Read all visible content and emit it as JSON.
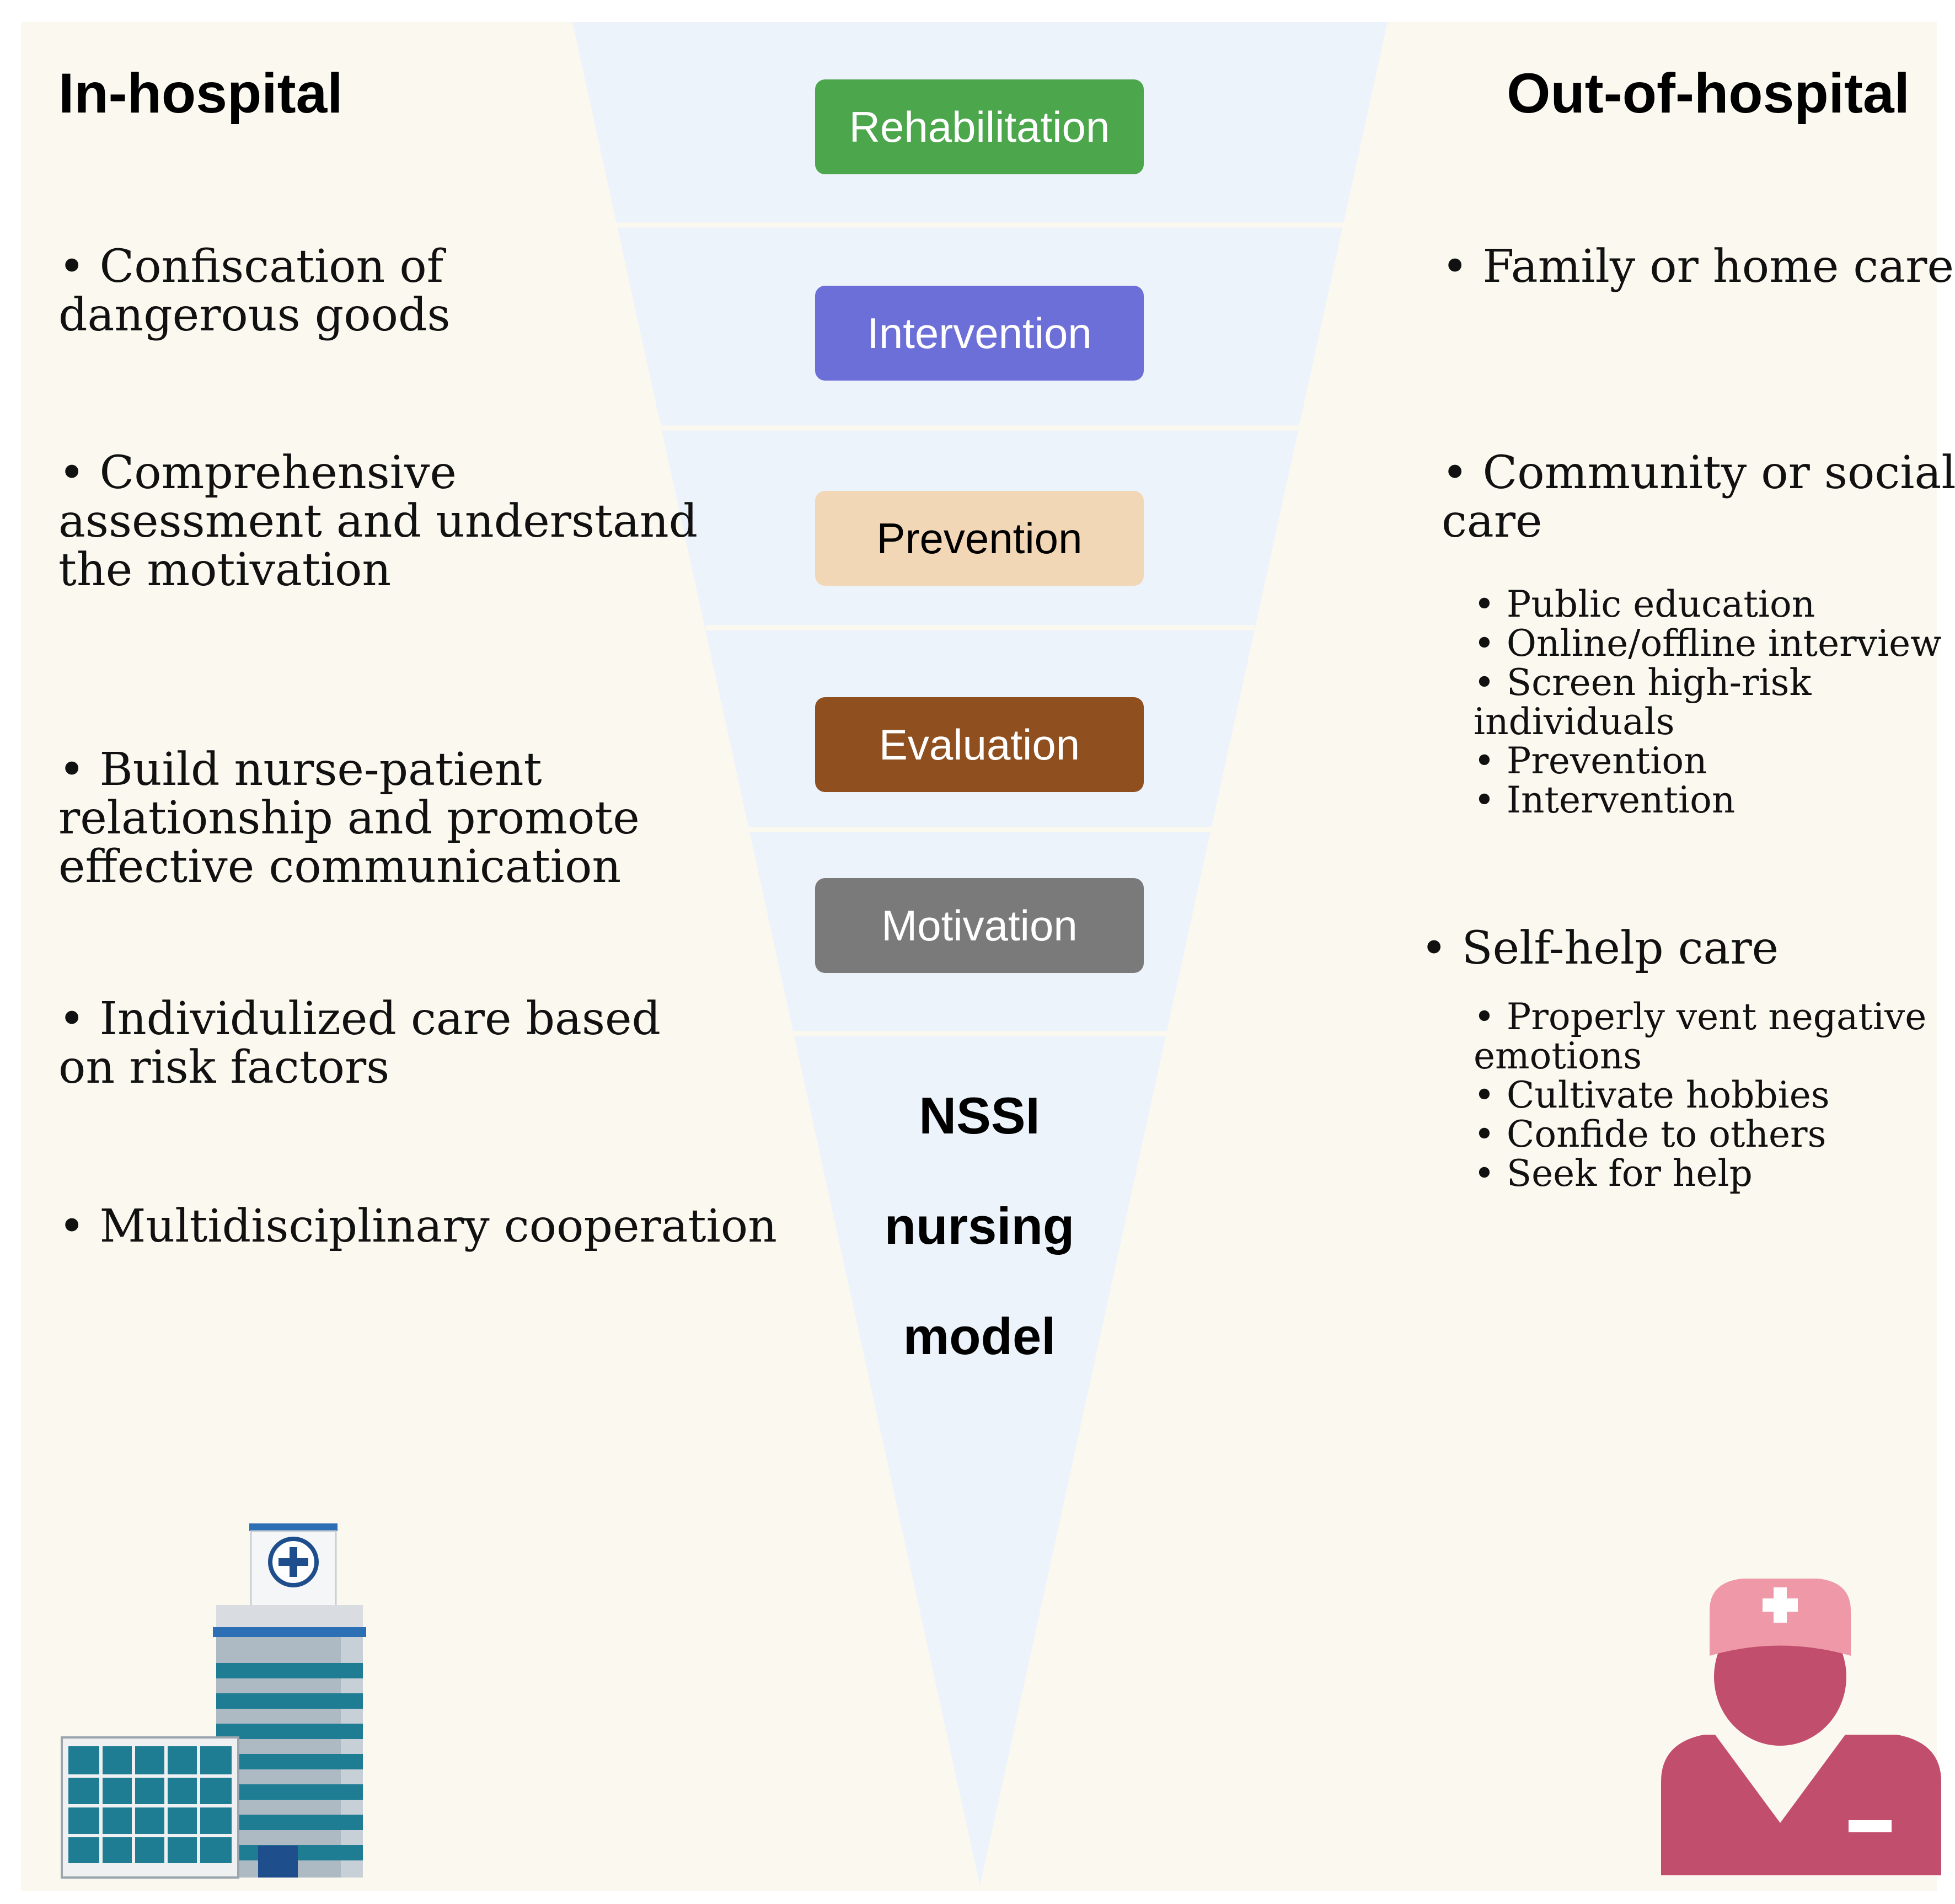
{
  "left": {
    "heading": "In-hospital",
    "items": [
      {
        "bullet": "•",
        "lines": [
          "Confiscation of",
          "dangerous goods"
        ]
      },
      {
        "bullet": "•",
        "lines": [
          "Comprehensive",
          "assessment and understand",
          "the motivation"
        ]
      },
      {
        "bullet": "•",
        "lines": [
          "Build nurse-patient",
          "relationship and promote",
          "effective communication"
        ]
      },
      {
        "bullet": "•",
        "lines": [
          "Individulized care based",
          "on risk factors"
        ]
      },
      {
        "bullet": "•",
        "lines": [
          "Multidisciplinary cooperation"
        ]
      }
    ]
  },
  "right": {
    "heading": "Out-of-hospital",
    "items": [
      {
        "bullet": "•",
        "lines": [
          "Family or home care"
        ]
      },
      {
        "bullet": "•",
        "lines": [
          "Community or social",
          "care"
        ]
      },
      {
        "bullet": "•",
        "lines": [
          "Self-help care"
        ]
      }
    ],
    "community_sub": [
      "• Public education",
      "• Online/offline interview",
      "• Screen high-risk",
      "individuals",
      "• Prevention",
      "• Intervention"
    ],
    "selfhelp_sub": [
      "• Properly vent negative",
      "emotions",
      "• Cultivate hobbies",
      "• Confide to others",
      "• Seek for help"
    ]
  },
  "funnel": {
    "stages": [
      {
        "label": "Rehabilitation",
        "color": "#4ca64c",
        "text_color": "#ffffff"
      },
      {
        "label": "Intervention",
        "color": "#6d6fd9",
        "text_color": "#ffffff"
      },
      {
        "label": "Prevention",
        "color": "#f2d7b6",
        "text_color": "#000000"
      },
      {
        "label": "Evaluation",
        "color": "#8f4f1f",
        "text_color": "#ffffff"
      },
      {
        "label": "Motivation",
        "color": "#7a7a7a",
        "text_color": "#ffffff"
      }
    ],
    "model_lines": [
      "NSSI",
      "nursing",
      "model"
    ],
    "fill_color": "#edf3fb",
    "panel_color": "#fbf9ef"
  },
  "icons": {
    "hospital": "hospital-building-icon",
    "nurse": "nurse-icon"
  }
}
